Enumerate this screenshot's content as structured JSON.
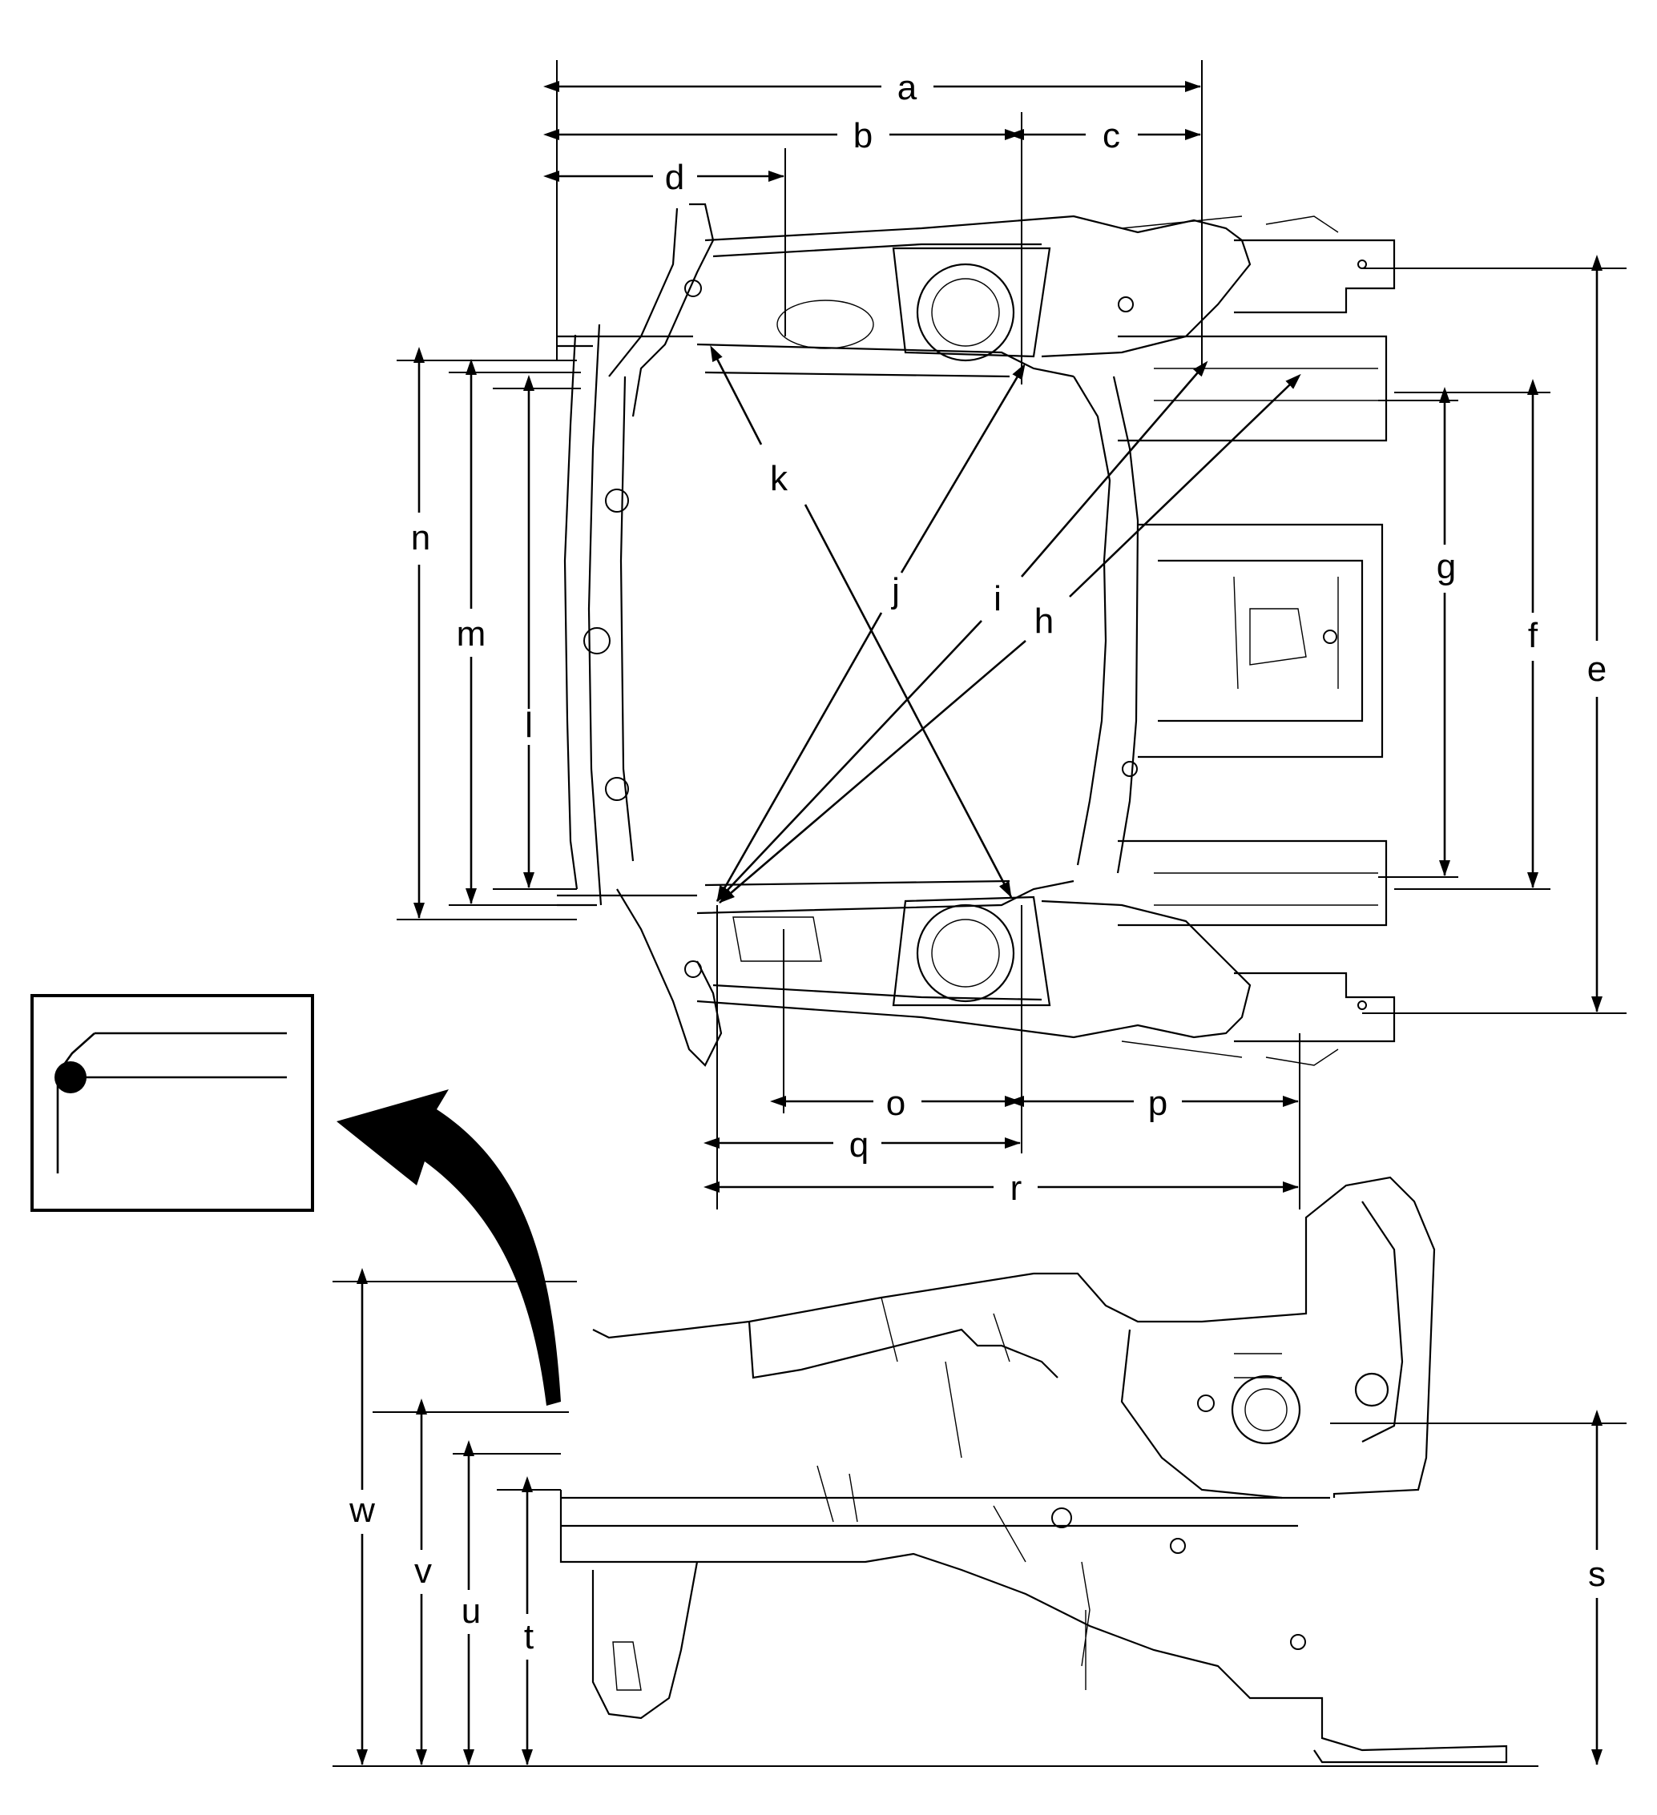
{
  "diagram": {
    "dimension_labels": {
      "a": "a",
      "b": "b",
      "c": "c",
      "d": "d",
      "e": "e",
      "f": "f",
      "g": "g",
      "h": "h",
      "i": "i",
      "j": "j",
      "k": "k",
      "l": "l",
      "m": "m",
      "n": "n",
      "o": "o",
      "p": "p",
      "q": "q",
      "r": "r",
      "s": "s",
      "t": "t",
      "u": "u",
      "v": "v",
      "w": "w"
    },
    "colors": {
      "line": "#000000",
      "background": "#ffffff"
    },
    "icons": {
      "reference_symbol": "datum-reference-icon",
      "view_arrow": "curved-arrow-icon"
    }
  }
}
